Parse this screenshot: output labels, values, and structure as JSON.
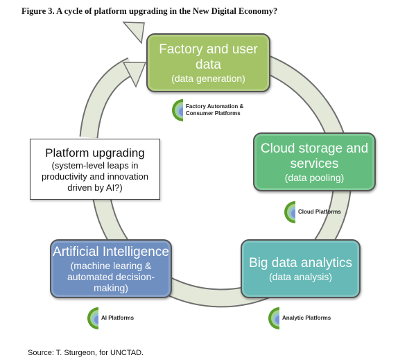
{
  "title": "Figure 3. A cycle of platform upgrading in the New Digital Economy?",
  "colors": {
    "factory": "#a3c366",
    "cloud": "#64bd7f",
    "bigdata": "#66b9b6",
    "ai": "#6f8fc0",
    "ring": "#e3e8d9"
  },
  "nodes": {
    "factory": {
      "main": "Factory and user data",
      "sub": "(data generation)",
      "platform": "Factory Automation &\nConsumer Platforms"
    },
    "cloud": {
      "main": "Cloud storage and services",
      "sub": "(data pooling)",
      "platform": "Cloud Platforms"
    },
    "bigdata": {
      "main": "Big data analytics",
      "sub": "(data analysis)",
      "platform": "Analytic Platforms"
    },
    "ai": {
      "main": "Artificial Intelligence",
      "sub": "(machine learing & automated decision-making)",
      "platform": "AI Platforms"
    },
    "upgrade": {
      "main": "Platform upgrading",
      "sub": "(system-level leaps in productivity and innovation driven by AI?)"
    }
  },
  "source": "Source: T. Sturgeon, for UNCTAD."
}
